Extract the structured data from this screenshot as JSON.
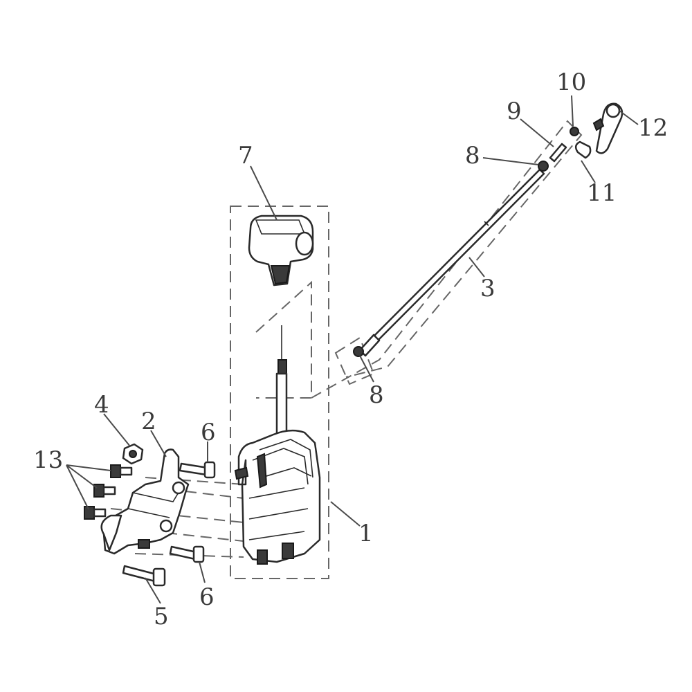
{
  "callouts": [
    {
      "id": "1",
      "text": "1"
    },
    {
      "id": "2",
      "text": "2"
    },
    {
      "id": "3",
      "text": "3"
    },
    {
      "id": "4",
      "text": "4"
    },
    {
      "id": "5",
      "text": "5"
    },
    {
      "id": "6a",
      "text": "6"
    },
    {
      "id": "6b",
      "text": "6"
    },
    {
      "id": "7",
      "text": "7"
    },
    {
      "id": "8a",
      "text": "8"
    },
    {
      "id": "8b",
      "text": "8"
    },
    {
      "id": "9",
      "text": "9"
    },
    {
      "id": "10",
      "text": "10"
    },
    {
      "id": "11",
      "text": "11"
    },
    {
      "id": "12",
      "text": "12"
    },
    {
      "id": "13",
      "text": "13"
    }
  ],
  "colors": {
    "line": "#2a2a2a",
    "text": "#3a3a3a",
    "background": "#ffffff"
  }
}
